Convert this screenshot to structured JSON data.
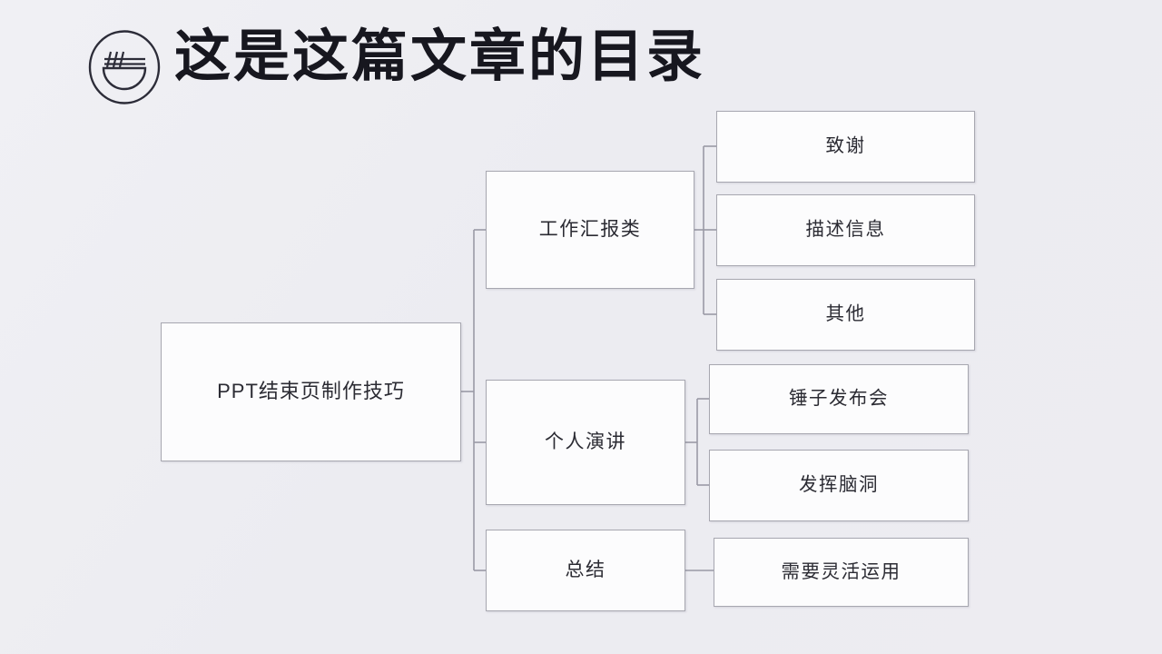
{
  "slide": {
    "background_color": "#eeeef3",
    "title": "这是这篇文章的目录",
    "logo_icon": "noodle-bowl-icon"
  },
  "colors": {
    "background": "#eeeef3",
    "node_fill": "#fcfcfd",
    "node_border": "#a7a7b0",
    "connector": "#9a9aa6",
    "title_text": "#17171f",
    "node_text": "#2b2b33"
  },
  "diagram": {
    "type": "tree",
    "root": {
      "label": "PPT结束页制作技巧"
    },
    "branches": [
      {
        "label": "工作汇报类",
        "children": [
          {
            "label": "致谢"
          },
          {
            "label": "描述信息"
          },
          {
            "label": "其他"
          }
        ]
      },
      {
        "label": "个人演讲",
        "children": [
          {
            "label": "锤子发布会"
          },
          {
            "label": "发挥脑洞"
          }
        ]
      },
      {
        "label": "总结",
        "children": [
          {
            "label": "需要灵活运用"
          }
        ]
      }
    ]
  }
}
